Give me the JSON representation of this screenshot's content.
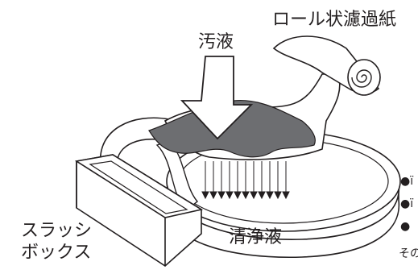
{
  "labels": {
    "dirty_liquid": "汚液",
    "roll_filter_paper": "ロール状濾過紙",
    "clean_liquid": "清浄液",
    "sludge_box_line1": "スラッシ",
    "sludge_box_line2": "ボックス"
  },
  "partial_text": {
    "bullets": [
      "●ï",
      "●ï",
      "●"
    ],
    "trailing": "その"
  },
  "colors": {
    "ink": "#231f20",
    "filter_cake": "#6d6e71",
    "background": "#ffffff"
  }
}
